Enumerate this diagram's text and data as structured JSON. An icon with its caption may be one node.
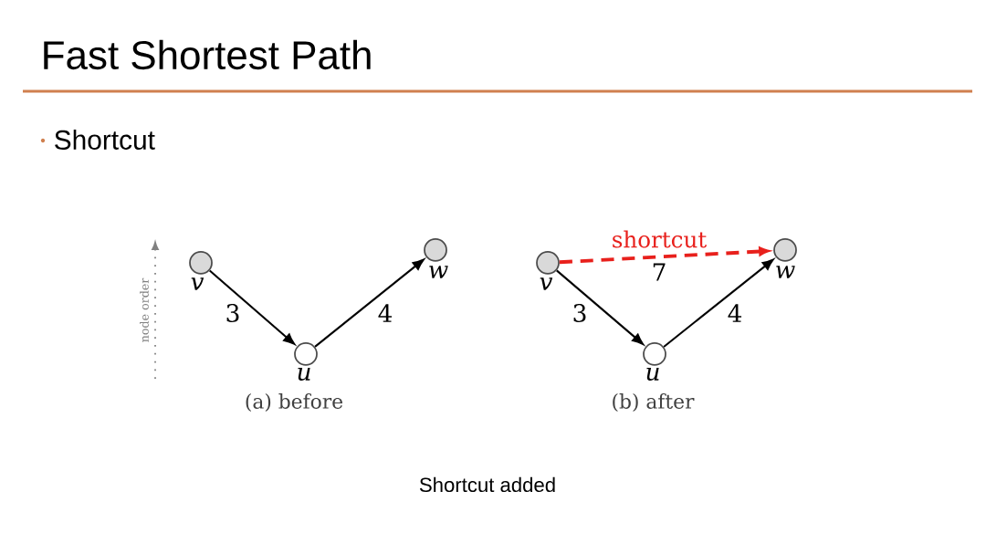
{
  "diagram": {
    "title": "Fast Shortest Path",
    "nodes": [
      {
        "text": [],
        "shape": "circle",
        "beside": [
          "v"
        ]
      },
      {
        "text": [],
        "shape": "circle",
        "beside": [
          "u"
        ]
      },
      {
        "text": [],
        "shape": "circle",
        "beside": [
          "w"
        ]
      },
      {
        "text": [],
        "shape": "circle",
        "beside": [
          "v"
        ]
      },
      {
        "text": [],
        "shape": "circle",
        "beside": [
          "u"
        ]
      },
      {
        "text": [],
        "shape": "circle",
        "beside": [
          "w"
        ]
      }
    ],
    "edges": [
      {
        "from": 0,
        "to": 1,
        "arrow": "to",
        "label": "3"
      },
      {
        "from": 1,
        "to": 2,
        "arrow": "to",
        "label": "4"
      },
      {
        "from": 3,
        "to": 4,
        "arrow": "to",
        "label": "3"
      },
      {
        "from": 4,
        "to": 5,
        "arrow": "to",
        "label": "4"
      },
      {
        "from": 3,
        "to": 5,
        "arrow": "to",
        "label": "7",
        "style": "dashed",
        "color": "#e8201c"
      }
    ],
    "labels": [
      "Shortcut",
      "node order",
      "shortcut",
      "(a) before",
      "(b) after",
      "Shortcut added"
    ]
  }
}
